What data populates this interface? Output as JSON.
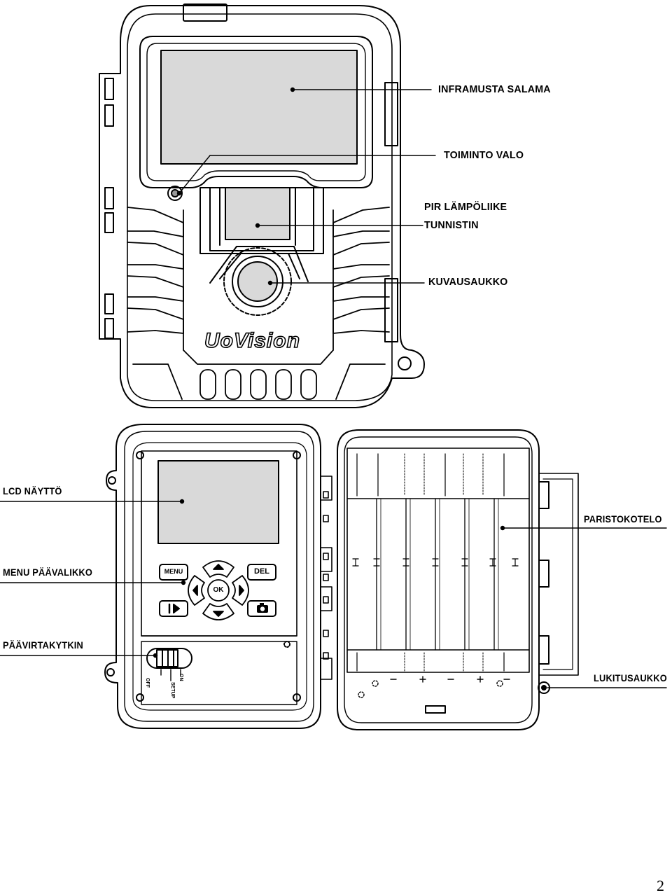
{
  "front": {
    "brand_logo": "UoVision",
    "labels": {
      "ir_flash": "INFRAMUSTA SALAMA",
      "function_light": "TOIMINTO VALO",
      "pir_line1": "PIR LÄMPÖLIIKE",
      "pir_line2": "TUNNISTIN",
      "lens": "KUVAUSAUKKO"
    }
  },
  "inside": {
    "labels": {
      "lcd": "LCD NÄYTTÖ",
      "menu": "MENU PÄÄVALIKKO",
      "power_switch": "PÄÄVIRTAKYTKIN",
      "battery": "PARISTOKOTELO",
      "lock_hole": "LUKITUSAUKKO"
    },
    "buttons": {
      "menu": "MENU",
      "del": "DEL",
      "ok": "OK"
    },
    "switch_positions": [
      "OFF",
      "SETUP",
      "ON"
    ]
  },
  "page_number": "2"
}
